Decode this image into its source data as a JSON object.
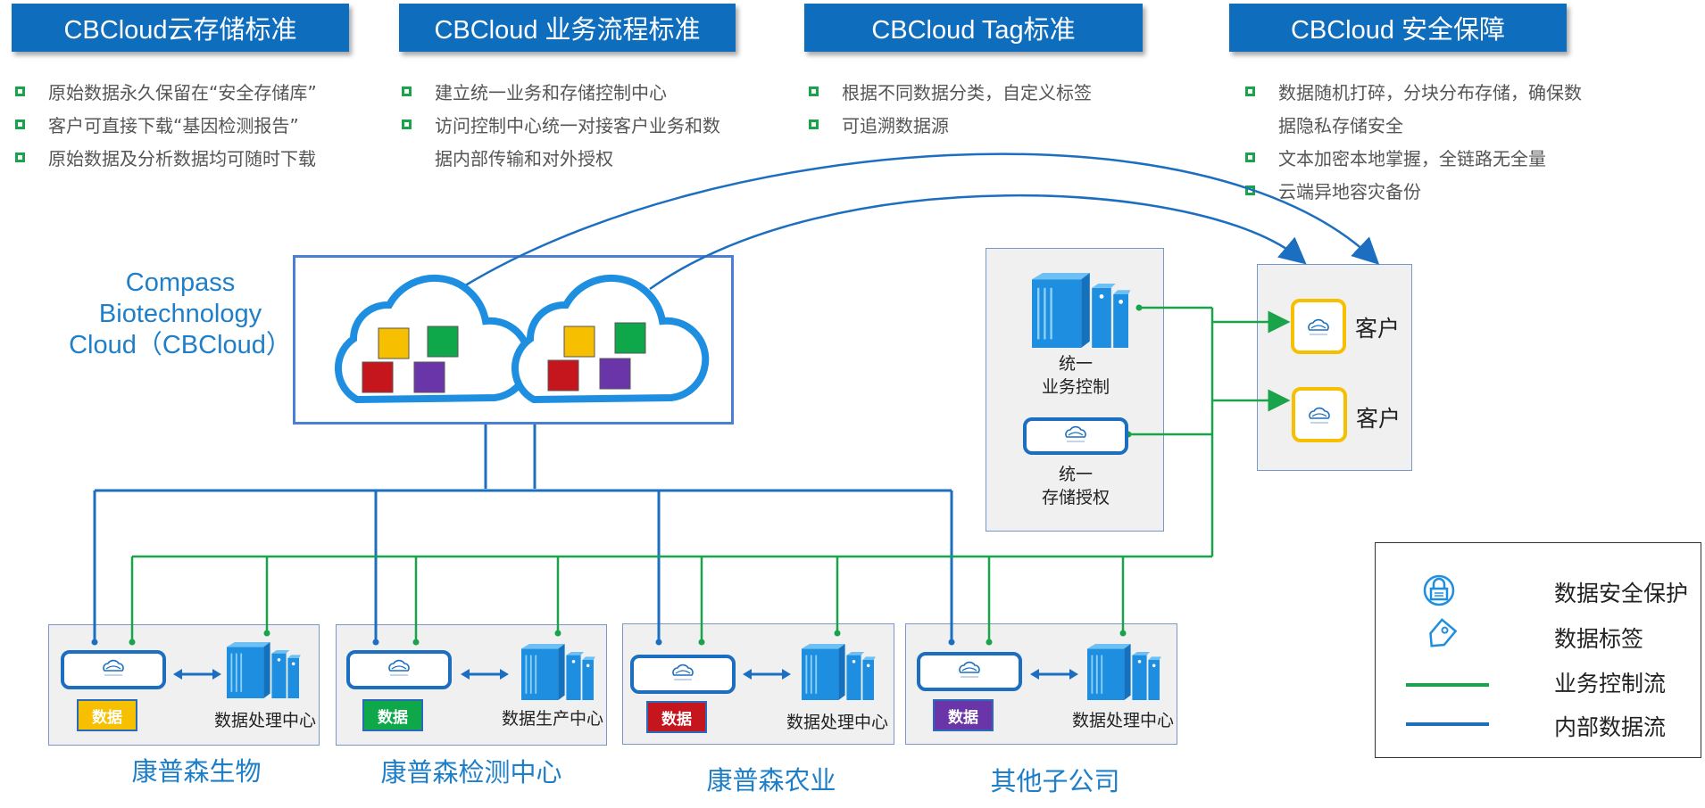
{
  "headers": [
    {
      "text": "CBCloud云存储标准"
    },
    {
      "text": "CBCloud 业务流程标准"
    },
    {
      "text": "CBCloud Tag标准"
    },
    {
      "text": "CBCloud 安全保障"
    }
  ],
  "bullets": {
    "col1": [
      "原始数据永久保留在“安全存储库”",
      "客户可直接下载“基因检测报告”",
      "原始数据及分析数据均可随时下载"
    ],
    "col2": [
      "建立统一业务和存储控制中心",
      "访问控制中心统一对接客户业务和数据内部传输和对外授权"
    ],
    "col3": [
      "根据不同数据分类，自定义标签",
      "可追溯数据源"
    ],
    "col4": [
      "数据随机打碎，分块分布存储，确保数据隐私存储安全",
      "文本加密本地掌握，全链路无全量",
      "云端异地容灾备份"
    ]
  },
  "cloud": {
    "title_line1": "Compass",
    "title_line2": "Biotechnology",
    "title_line3": "Cloud（CBCloud）",
    "block_colors": [
      "#f6bf00",
      "#0ea84a",
      "#c4161c",
      "#6a35a8"
    ]
  },
  "control": {
    "business_line1": "统一",
    "business_line2": "业务控制",
    "storage_line1": "统一",
    "storage_line2": "存储授权"
  },
  "clients": [
    {
      "label": "客户"
    },
    {
      "label": "客户"
    }
  ],
  "subsidiaries": [
    {
      "name": "康普森生物",
      "tag": "数据",
      "tag_color": "#f6bf00",
      "center": "数据处理中心"
    },
    {
      "name": "康普森检测中心",
      "tag": "数据",
      "tag_color": "#0ea84a",
      "center": "数据生产中心"
    },
    {
      "name": "康普森农业",
      "tag": "数据",
      "tag_color": "#c4161c",
      "center": "数据处理中心"
    },
    {
      "name": "其他子公司",
      "tag": "数据",
      "tag_color": "#6a35a8",
      "center": "数据处理中心"
    }
  ],
  "legend": {
    "items": [
      "数据安全保护",
      "数据标签",
      "业务控制流",
      "内部数据流"
    ],
    "green": "#1aa34a",
    "blue": "#1c6fc0"
  },
  "icons": {
    "bullet": "green-square-icon",
    "lock": "lock-icon",
    "tag": "tag-icon",
    "server": "server-icon",
    "cloud": "cloud-icon"
  }
}
